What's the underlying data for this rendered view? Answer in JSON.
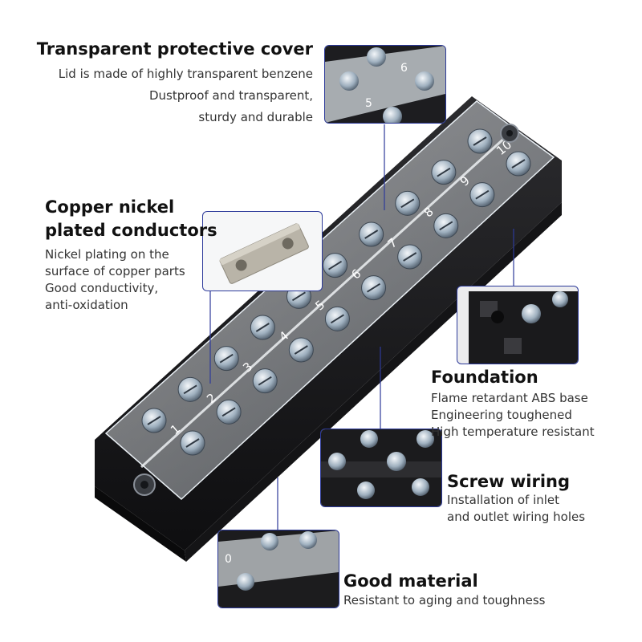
{
  "features": {
    "cover": {
      "title": "Transparent protective cover",
      "lines": [
        "Lid is made of highly transparent benzene",
        "Dustproof and transparent,",
        "sturdy and durable"
      ]
    },
    "copper": {
      "title_lines": [
        "Copper nickel",
        "plated conductors"
      ],
      "lines": [
        "Nickel plating on the",
        "surface of copper parts",
        "Good conductivity,",
        "anti-oxidation"
      ]
    },
    "foundation": {
      "title": "Foundation",
      "lines": [
        "Flame retardant ABS base",
        "Engineering toughened",
        "High temperature resistant"
      ]
    },
    "screw": {
      "title": "Screw wiring",
      "lines": [
        "Installation of inlet",
        "and outlet wiring holes"
      ]
    },
    "material": {
      "title": "Good material",
      "lines": [
        "Resistant to aging and toughness"
      ]
    }
  },
  "terminal_numbers": [
    "1",
    "2",
    "3",
    "4",
    "5",
    "6",
    "7",
    "8",
    "9",
    "10"
  ],
  "inset_numbers": {
    "cover": [
      "6",
      "5"
    ],
    "material": [
      "0"
    ]
  },
  "colors": {
    "callout_line": "#2d3a9a",
    "base": "#1c1c1e",
    "cover": "#dfe6ec",
    "screw": "#9aa6b3"
  },
  "icons": {
    "screw": "screw-icon",
    "nut": "nut-icon",
    "plate": "copper-plate"
  }
}
